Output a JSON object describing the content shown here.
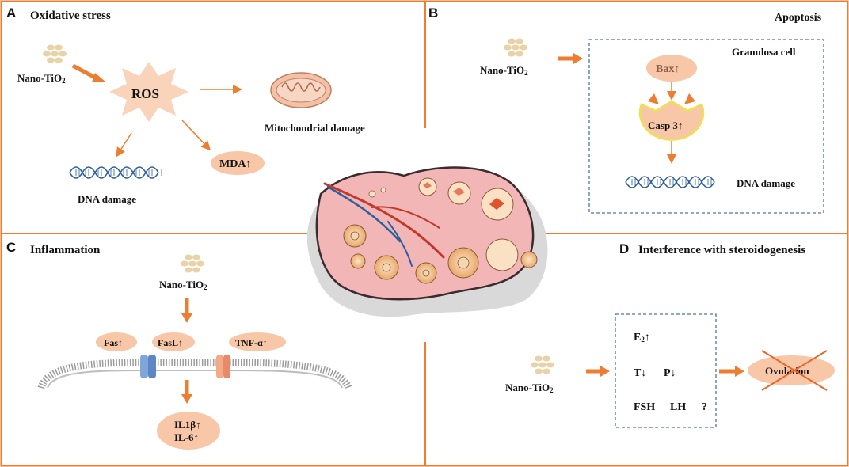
{
  "colors": {
    "frame": "#ED7D31",
    "arrow": "#ED7D31",
    "ellipse_fill": "#F7C7A8",
    "dna_blue": "#2E5E9E",
    "dash_box": "#4A72B5",
    "ovary_pink": "#F2B6B6",
    "cross_red": "#E8672A"
  },
  "panel_a": {
    "letter": "A",
    "title": "Oxidative stress",
    "nano_label": "Nano-TiO",
    "nano_sub": "2",
    "ros_label": "ROS",
    "mito_label": "Mitochondrial damage",
    "mda_label": "MDA↑",
    "dna_label": "DNA damage",
    "icons": [
      "nanoparticle-icon",
      "burst-icon",
      "mitochondrion-icon",
      "dna-helix-icon"
    ]
  },
  "panel_b": {
    "letter": "B",
    "title": "Apoptosis",
    "nano_label": "Nano-TiO",
    "nano_sub": "2",
    "box_label": "Granulosa cell",
    "bax_label": "Bax↑",
    "casp_label": "Casp 3↑",
    "dna_label": "DNA damage",
    "icons": [
      "nanoparticle-icon",
      "pacman-icon",
      "dna-helix-icon"
    ]
  },
  "panel_c": {
    "letter": "C",
    "title": "Inflammation",
    "nano_label": "Nano-TiO",
    "nano_sub": "2",
    "fas_label": "Fas↑",
    "fasl_label": "FasL↑",
    "tnf_label": "TNF-α↑",
    "il1_label": "IL1β↑",
    "il6_label": "IL-6↑",
    "icons": [
      "nanoparticle-icon",
      "membrane-icon",
      "receptor-icon"
    ]
  },
  "panel_d": {
    "letter": "D",
    "title": "Interference with steroidogenesis",
    "nano_label": "Nano-TiO",
    "nano_sub": "2",
    "e2_label": "E",
    "e2_sub": "2",
    "e2_arrow": "↑",
    "t_label": "T↓",
    "p_label": "P↓",
    "fsh_label": "FSH",
    "lh_label": "LH",
    "q_label": "?",
    "ovulation_label": "Ovulation",
    "icons": [
      "nanoparticle-icon",
      "cross-icon"
    ]
  },
  "center": {
    "icons": [
      "ovary-icon",
      "blood-vessel-icon",
      "follicle-icon"
    ]
  }
}
